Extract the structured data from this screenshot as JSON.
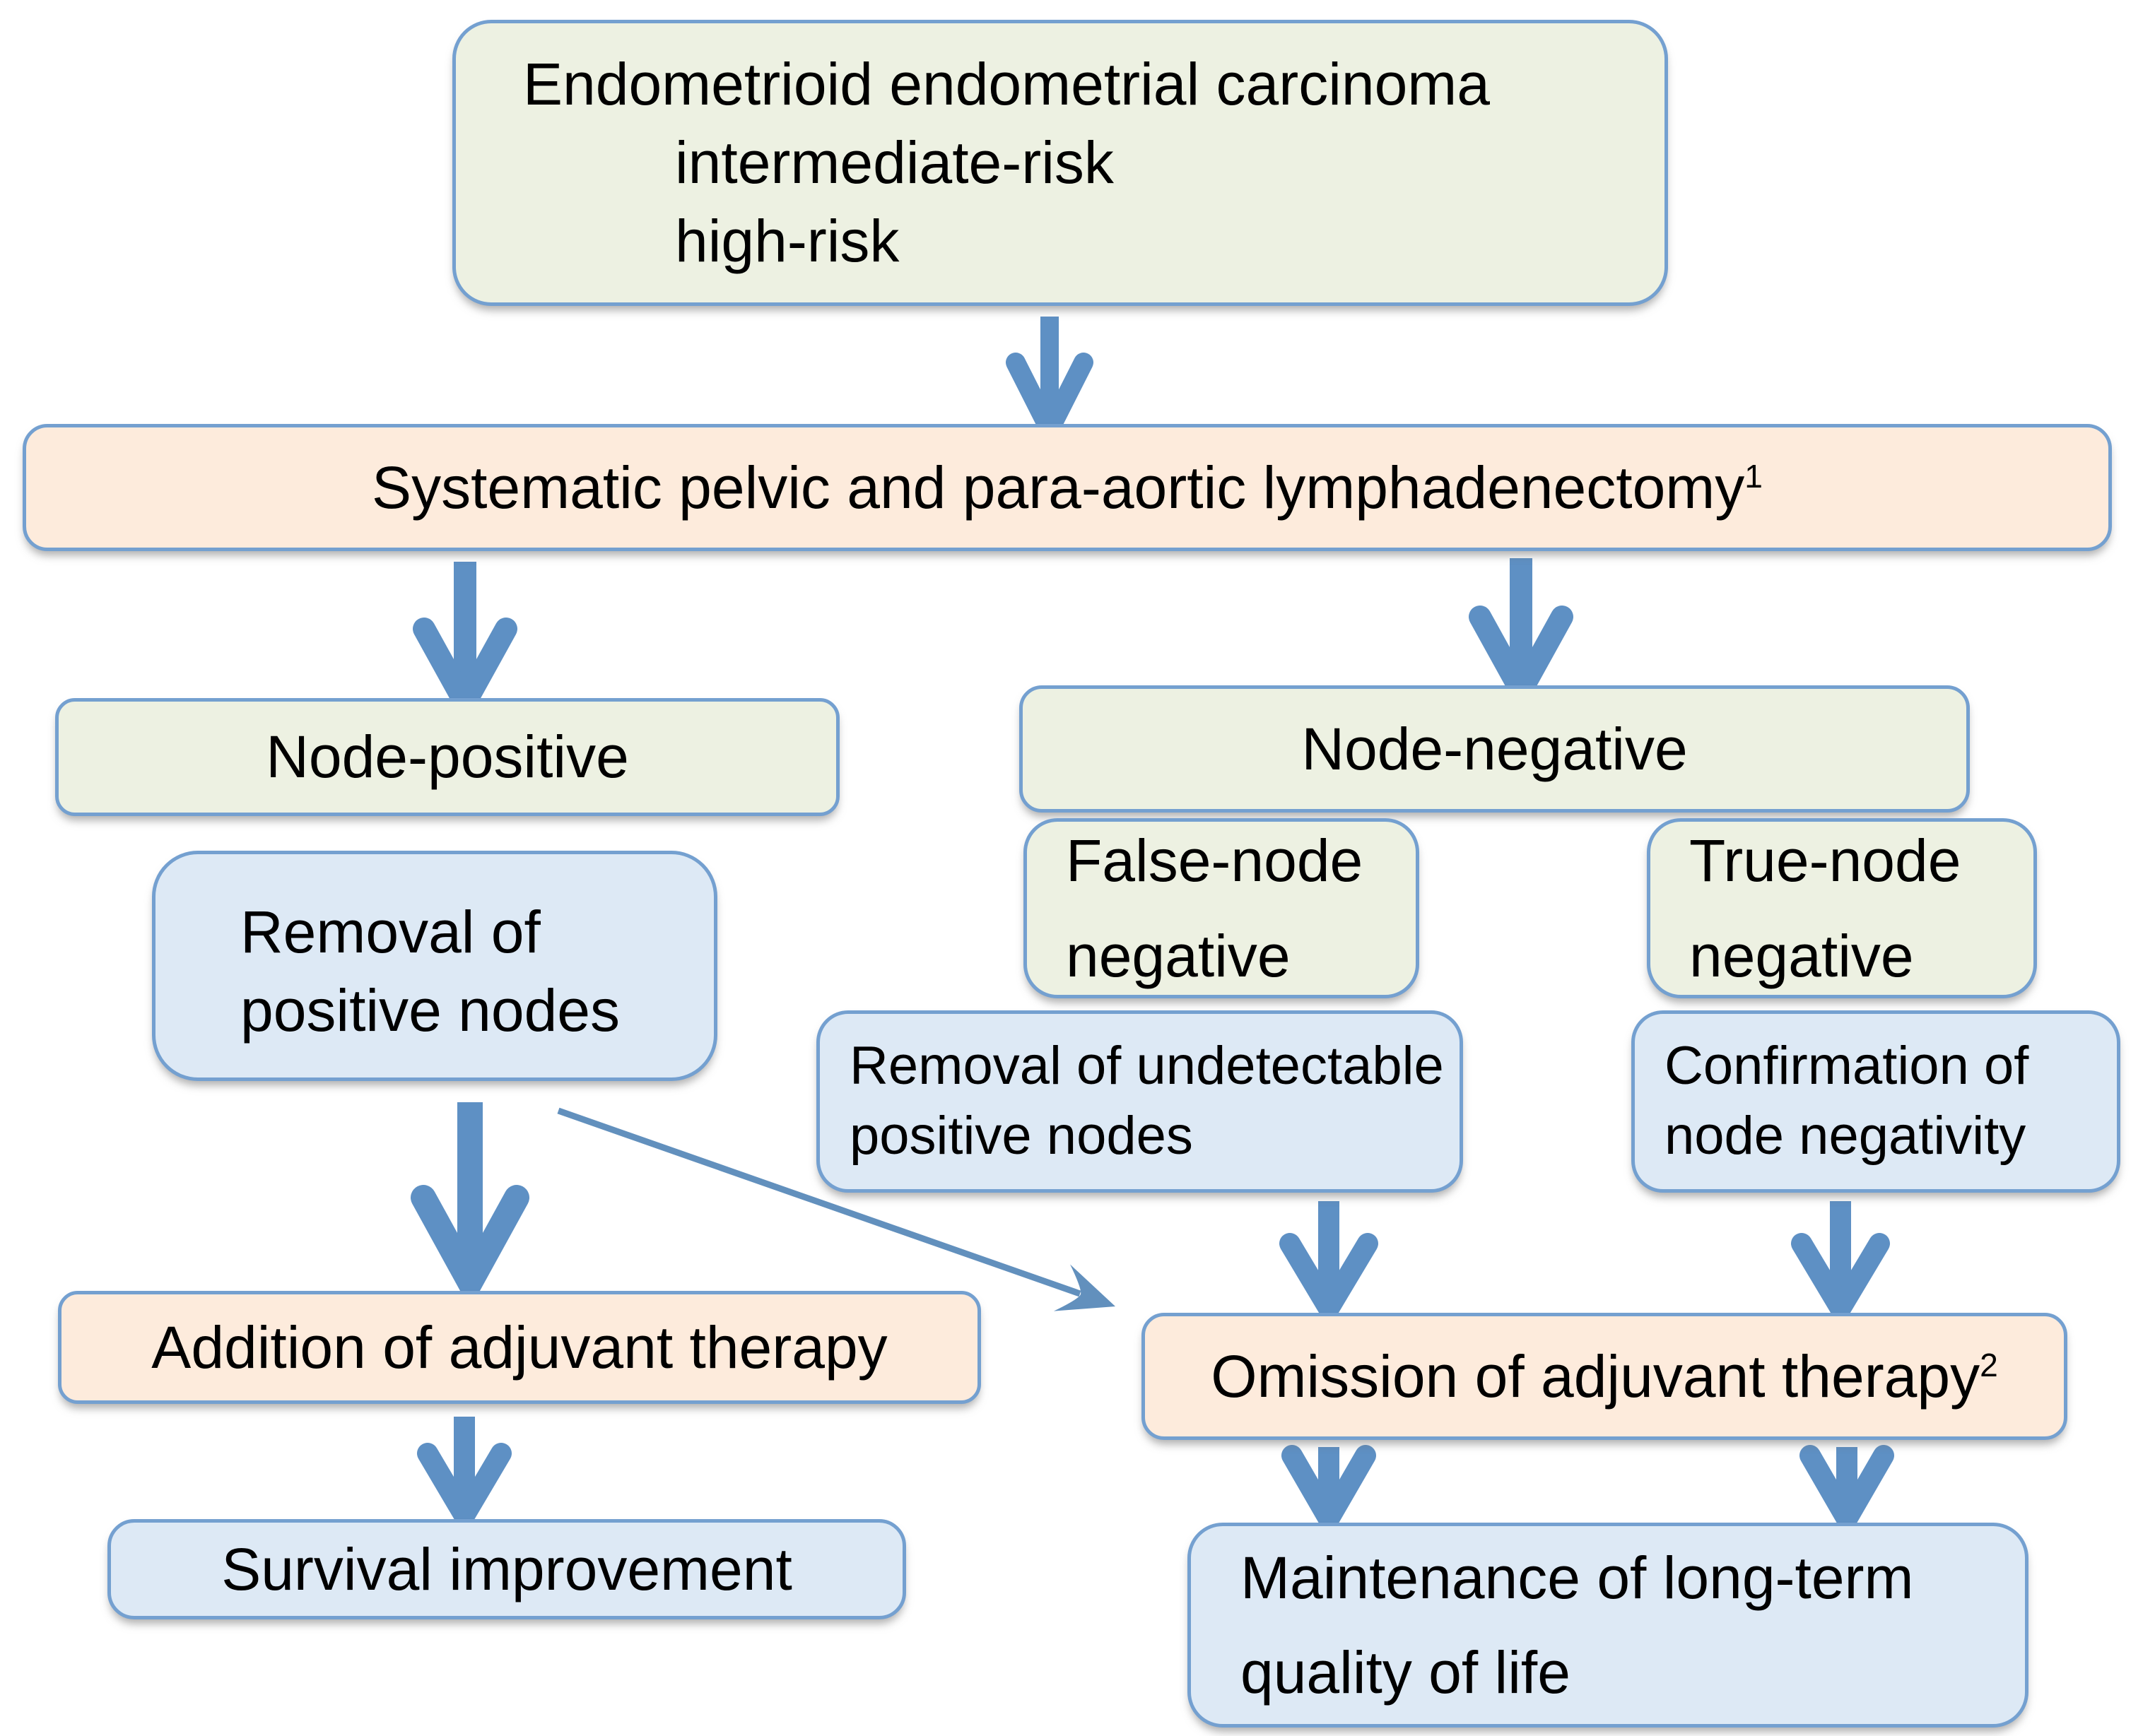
{
  "diagram": {
    "background": "#ffffff",
    "colors": {
      "green_fill": "#edf1e2",
      "peach_fill": "#fdebdc",
      "blue_fill": "#dde9f5",
      "box_border": "#74a0d0",
      "arrow_blue": "#5e90c4",
      "text": "#000000"
    },
    "nodes": {
      "carcinoma": {
        "line1": "Endometrioid endometrial carcinoma",
        "line2": "intermediate-risk",
        "line3": "high-risk"
      },
      "lymphadenectomy": {
        "text": "Systematic pelvic and para-aortic lymphadenectomy",
        "sup": "1"
      },
      "node_positive": {
        "text": "Node-positive"
      },
      "node_negative": {
        "text": "Node-negative"
      },
      "removal_positive": {
        "line1": "Removal of",
        "line2": "positive nodes"
      },
      "false_node_negative": {
        "line1": "False-node",
        "line2": "negative"
      },
      "true_node_negative": {
        "line1": "True-node",
        "line2": "negative"
      },
      "removal_undetectable": {
        "line1": "Removal of undetectable",
        "line2": "positive nodes"
      },
      "confirmation": {
        "line1": "Confirmation of",
        "line2": "node negativity"
      },
      "addition": {
        "text": "Addition of adjuvant therapy"
      },
      "omission": {
        "text": "Omission of adjuvant therapy",
        "sup": "2"
      },
      "survival": {
        "text": "Survival improvement"
      },
      "maintenance": {
        "line1": "Maintenance of long-term",
        "line2": "quality of life"
      }
    }
  }
}
